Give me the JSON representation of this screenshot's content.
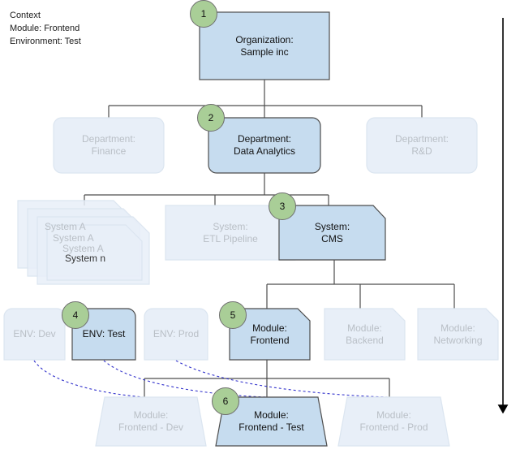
{
  "context": {
    "name": "context-panel",
    "lines": "Context\nModule: Frontend\nEnvironment: Test"
  },
  "levels": {
    "organization": "Organization",
    "department": "Department",
    "system": "System",
    "environment": "ENV",
    "module": "Module"
  },
  "nodes": {
    "organization": {
      "label": "Organization:\nSample inc",
      "badge": "1",
      "state": "active"
    },
    "departments": [
      {
        "label": "Department:\nFinance",
        "badge": "",
        "state": "faded"
      },
      {
        "label": "Department:\nData Analytics",
        "badge": "2",
        "state": "active"
      },
      {
        "label": "Department:\nR&D",
        "badge": "",
        "state": "faded"
      }
    ],
    "systems_stack": [
      {
        "label": "System A",
        "state": "faded"
      },
      {
        "label": "System A",
        "state": "faded"
      },
      {
        "label": "System A",
        "state": "faded"
      },
      {
        "label": "System n",
        "state": "active"
      }
    ],
    "systems": [
      {
        "label": "System:\nETL Pipeline",
        "badge": "",
        "state": "faded"
      },
      {
        "label": "System:\nCMS",
        "badge": "3",
        "state": "active"
      }
    ],
    "environments": [
      {
        "label": "ENV: Dev",
        "badge": "",
        "state": "faded"
      },
      {
        "label": "ENV: Test",
        "badge": "4",
        "state": "active"
      },
      {
        "label": "ENV: Prod",
        "badge": "",
        "state": "faded"
      }
    ],
    "modules": [
      {
        "label": "Module:\nFrontend",
        "badge": "5",
        "state": "active"
      },
      {
        "label": "Module:\nBackend",
        "badge": "",
        "state": "faded"
      },
      {
        "label": "Module:\nNetworking",
        "badge": "",
        "state": "faded"
      }
    ],
    "deployments": [
      {
        "label": "Module:\nFrontend - Dev",
        "badge": "",
        "state": "faded"
      },
      {
        "label": "Module:\nFrontend - Test",
        "badge": "6",
        "state": "active"
      },
      {
        "label": "Module:\nFrontend - Prod",
        "badge": "",
        "state": "faded"
      }
    ]
  },
  "colors": {
    "active_fill": "#c6dcef",
    "faded_fill": "#e8eff8",
    "active_stroke": "#4d4d4d",
    "faded_stroke": "#dbe5f0",
    "badge_fill": "#a9ce97",
    "badge_stroke": "#6f6f6f",
    "connector": "#4d4d4d",
    "dashed_connector": "#3333cc",
    "active_text": "#111111",
    "faded_text": "#b9bfc6",
    "arrow": "#000000"
  },
  "arrow": {
    "name": "depth-arrow",
    "direction": "down"
  }
}
